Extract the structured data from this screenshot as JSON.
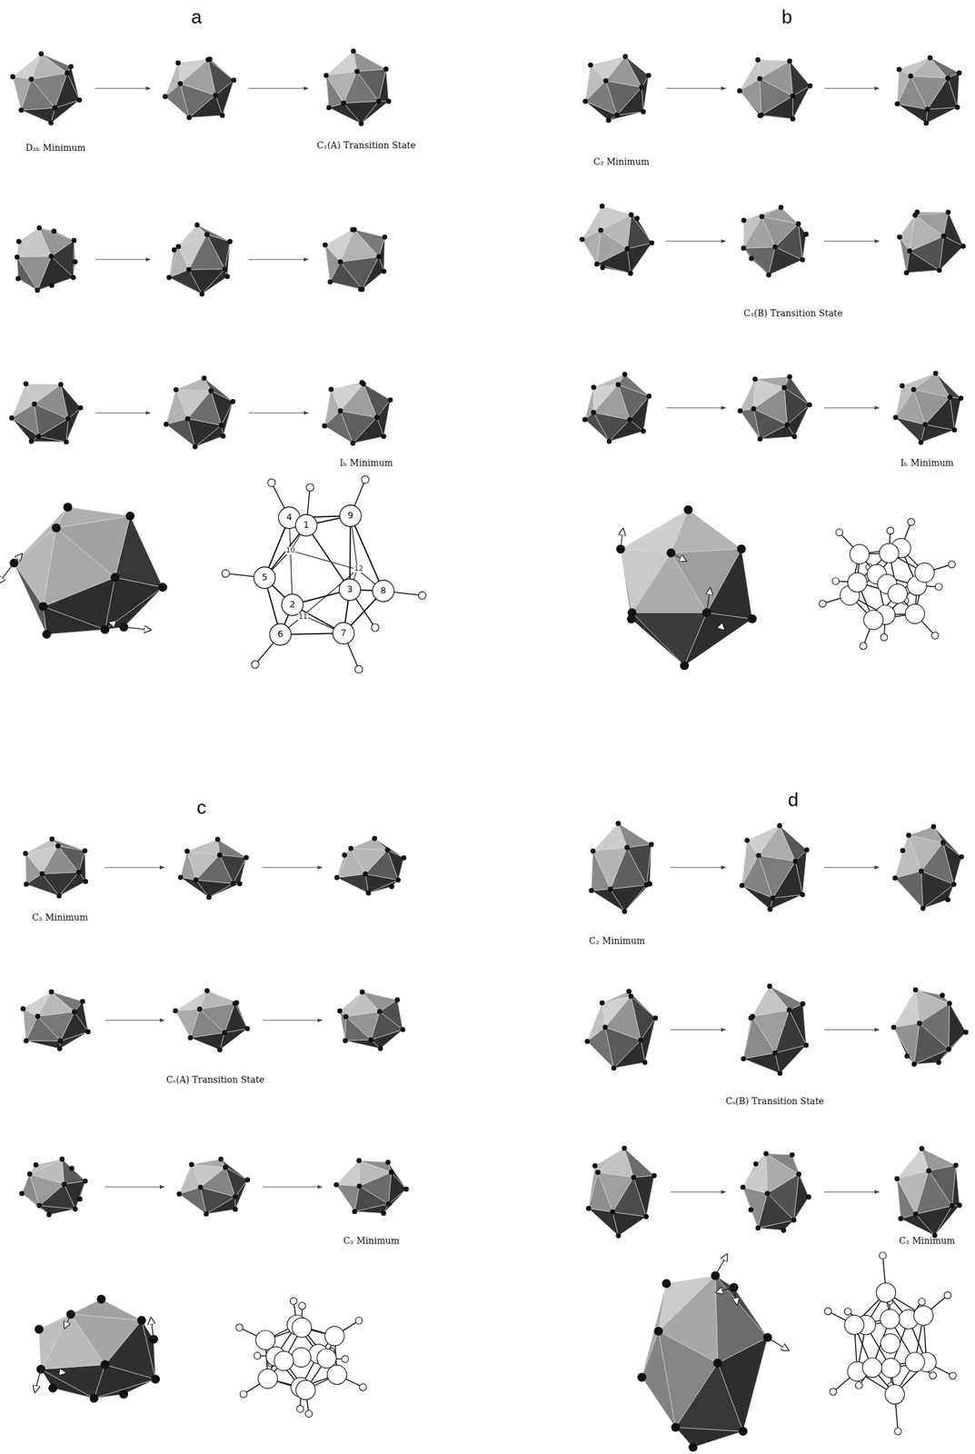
{
  "diagram": {
    "labels": [
      "a",
      "D₃ₕ Minimum",
      "C₁(A) Transition State",
      "Iₕ Minimum",
      "1",
      "2",
      "3",
      "4",
      "5",
      "6",
      "7",
      "8",
      "9",
      "10",
      "11",
      "12",
      "b",
      "C₂ Minimum",
      "C₁(B) Transition State",
      "Iₕ Minimum",
      "c",
      "C₂ Minimum",
      "Cₛ(A) Transition State",
      "C₂ Minimum",
      "d",
      "C₂ Minimum",
      "Cₛ(B) Transition State",
      "C₂ Minimum"
    ]
  }
}
